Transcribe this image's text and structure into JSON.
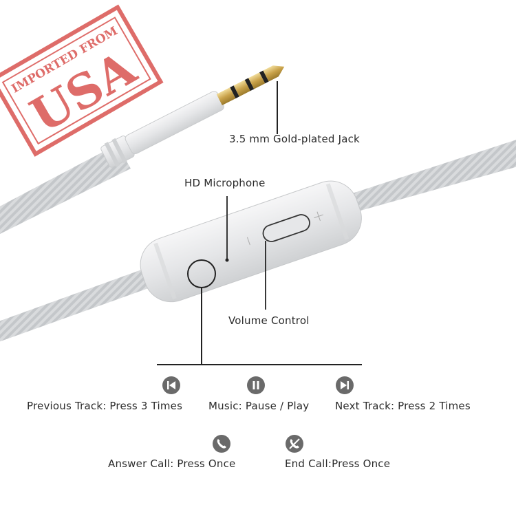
{
  "stamp": {
    "line1": "IMPORTED FROM",
    "line2": "USA",
    "color": "#d9534f"
  },
  "callouts": {
    "jack": "3.5 mm Gold-plated Jack",
    "microphone": "HD Microphone",
    "volume": "Volume Control"
  },
  "controls": {
    "previous": {
      "label": "Previous Track: Press 3 Times",
      "icon": "previous-track-icon"
    },
    "music": {
      "label": "Music: Pause / Play",
      "icon": "pause-icon"
    },
    "next": {
      "label": "Next Track: Press 2 Times",
      "icon": "next-track-icon"
    },
    "answer": {
      "label": "Answer Call: Press Once",
      "icon": "phone-icon"
    },
    "end": {
      "label": "End Call:Press Once",
      "icon": "end-call-icon"
    }
  },
  "colors": {
    "cable": "#d6d8da",
    "cable_shadow": "#b8bbbe",
    "housing": "#e9eaeb",
    "gold": "#c9a24a",
    "icon": "#6a6a6a"
  }
}
